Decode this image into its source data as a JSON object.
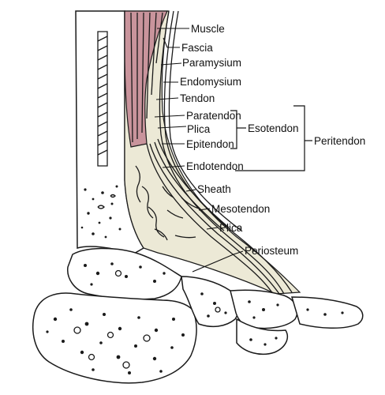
{
  "labels": {
    "muscle": "Muscle",
    "fascia": "Fascia",
    "paramysium": "Paramysium",
    "endomysium": "Endomysium",
    "tendon": "Tendon",
    "paratendon": "Paratendon",
    "plica_upper": "Plica",
    "epitendon": "Epitendon",
    "esotendon": "Esotendon",
    "peritendon": "Peritendon",
    "endotendon": "Endotendon",
    "sheath": "Sheath",
    "mesotendon": "Mesotendon",
    "plica_lower": "Plica",
    "periosteum": "Periosteum"
  },
  "colors": {
    "muscle": "#c9949c",
    "sheath_tissue": "#ece9d6",
    "ink": "#1a1a1a",
    "background": "#ffffff"
  }
}
